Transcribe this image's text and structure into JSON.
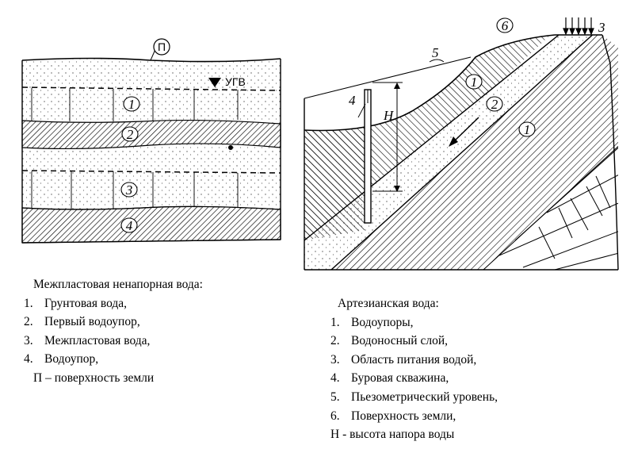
{
  "left_diagram": {
    "surface_marker": "П",
    "water_table_label": "УГВ",
    "layer_markers": [
      "1",
      "2",
      "3",
      "4"
    ]
  },
  "right_diagram": {
    "markers": {
      "aquitard": "1",
      "aquifer": "2",
      "recharge_area": "3",
      "borehole": "4",
      "piezometric_level": "5",
      "ground_surface": "6",
      "head_height": "H"
    }
  },
  "legend_left": {
    "title": "Межпластовая ненапорная вода:",
    "items": [
      "Грунтовая вода,",
      "Первый водоупор,",
      "Межпластовая вода,",
      "Водоупор,"
    ],
    "note": "П – поверхность земли"
  },
  "legend_right": {
    "title": "Артезианская вода:",
    "items": [
      "Водоупоры,",
      "Водоносный слой,",
      "Область питания водой,",
      "Буровая скважина,",
      "Пьезометрический уровень,",
      "Поверхность земли,"
    ],
    "note": "Н - высота напора воды"
  }
}
